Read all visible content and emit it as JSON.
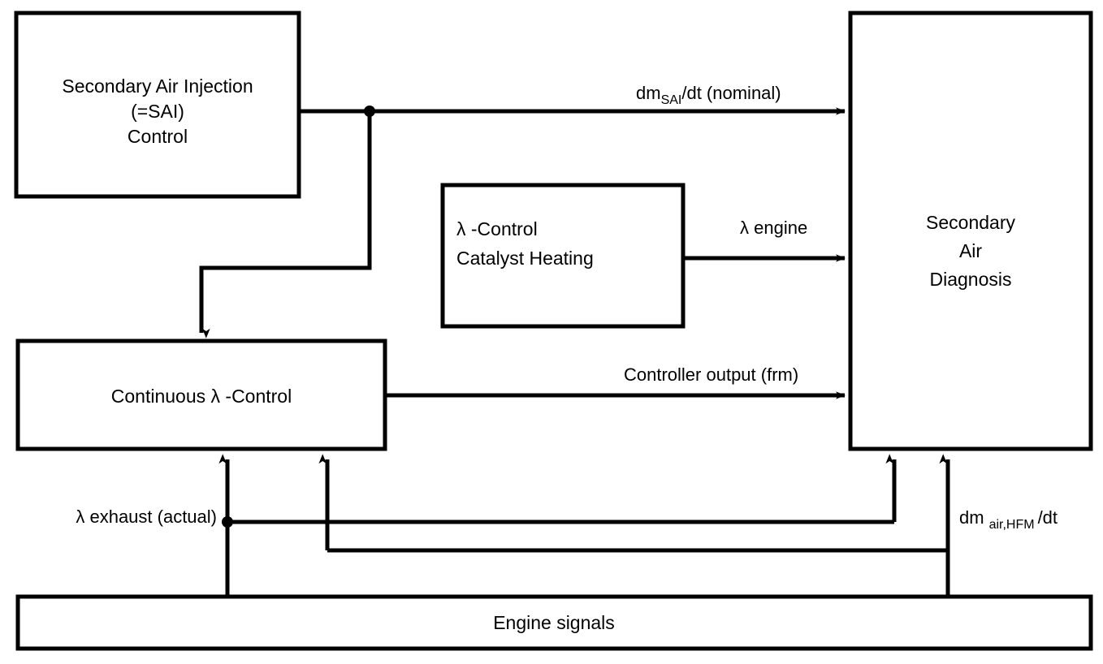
{
  "diagram": {
    "title": "Secondary Air Injection control and diagnosis block diagram",
    "background_color": "#ffffff",
    "line_color": "#000000",
    "blocks": [
      {
        "id": "sai-control",
        "lines": [
          "Secondary Air Injection",
          "(=SAI)",
          "Control"
        ],
        "line1": "Secondary Air Injection",
        "line2": "(=SAI)",
        "line3": "Control",
        "align": "center"
      },
      {
        "id": "lambda-control-catalyst-heating",
        "line1": "λ -Control",
        "line2": "Catalyst Heating",
        "align": "left"
      },
      {
        "id": "secondary-air-diagnosis",
        "line1": "Secondary",
        "line2": "Air",
        "line3": "Diagnosis",
        "align": "center"
      },
      {
        "id": "continuous-lambda-control",
        "line1": "Continuous λ -Control",
        "align": "center"
      },
      {
        "id": "engine-signals",
        "line1": "Engine signals",
        "align": "center"
      }
    ],
    "signals": [
      {
        "id": "dm-sai-dt-nominal",
        "base": "dm",
        "subscript": "SAI",
        "tail": "/dt (nominal)",
        "from": "sai-control",
        "to": "secondary-air-diagnosis"
      },
      {
        "id": "lambda-engine",
        "base": "λ engine",
        "subscript": "",
        "tail": "",
        "from": "lambda-control-catalyst-heating",
        "to": "secondary-air-diagnosis"
      },
      {
        "id": "controller-output-frm",
        "base": "Controller output (frm)",
        "subscript": "",
        "tail": "",
        "from": "continuous-lambda-control",
        "to": "secondary-air-diagnosis"
      },
      {
        "id": "lambda-exhaust-actual",
        "base": "λ exhaust (actual)",
        "subscript": "",
        "tail": "",
        "from": "engine-signals",
        "to": "continuous-lambda-control"
      },
      {
        "id": "dm-air-hfm-dt",
        "base": "dm",
        "subscript": "air,HFM",
        "tail": "/dt",
        "from": "engine-signals",
        "to": "secondary-air-diagnosis"
      }
    ]
  }
}
